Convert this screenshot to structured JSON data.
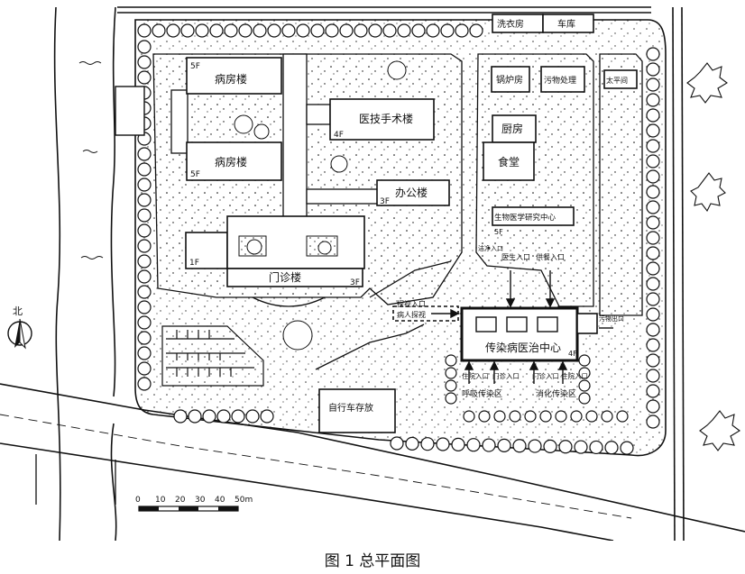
{
  "caption": "图 1 总平面图",
  "north_label": "北",
  "scale": {
    "ticks": [
      "0",
      "10",
      "20",
      "30",
      "40",
      "50m"
    ]
  },
  "buildings": {
    "laundry": "洗衣房",
    "garage": "车库",
    "ward_1": "病房楼",
    "ward_2": "病房楼",
    "medtech": "医技手术楼",
    "office": "办公楼",
    "outpatient": "门诊楼",
    "boiler": "锅炉房",
    "waste": "污物处理",
    "morgue": "太平间",
    "kitchen": "厨房",
    "canteen": "食堂",
    "biomed": "生物医学研究中心",
    "infectious": "传染病医治中心",
    "bike": "自行车存放"
  },
  "floors": {
    "ward_1": "5F",
    "ward_2": "5F",
    "medtech": "4F",
    "office": "3F",
    "outpatient_1f": "1F",
    "outpatient_3f": "3F",
    "biomed": "5F",
    "infectious": "4F"
  },
  "entrances": {
    "visit": "探视入口",
    "patient_visit": "病人探视",
    "staff": "医生入口",
    "supply": "供餐入口",
    "waste": "污物出口",
    "clean": "洁净入口",
    "inpatient_1": "住院入口",
    "outpatient_1": "门诊入口",
    "outpatient_2": "门诊入口",
    "inpatient_2": "住院入口",
    "zone_left": "呼吸传染区",
    "zone_right": "消化传染区"
  }
}
